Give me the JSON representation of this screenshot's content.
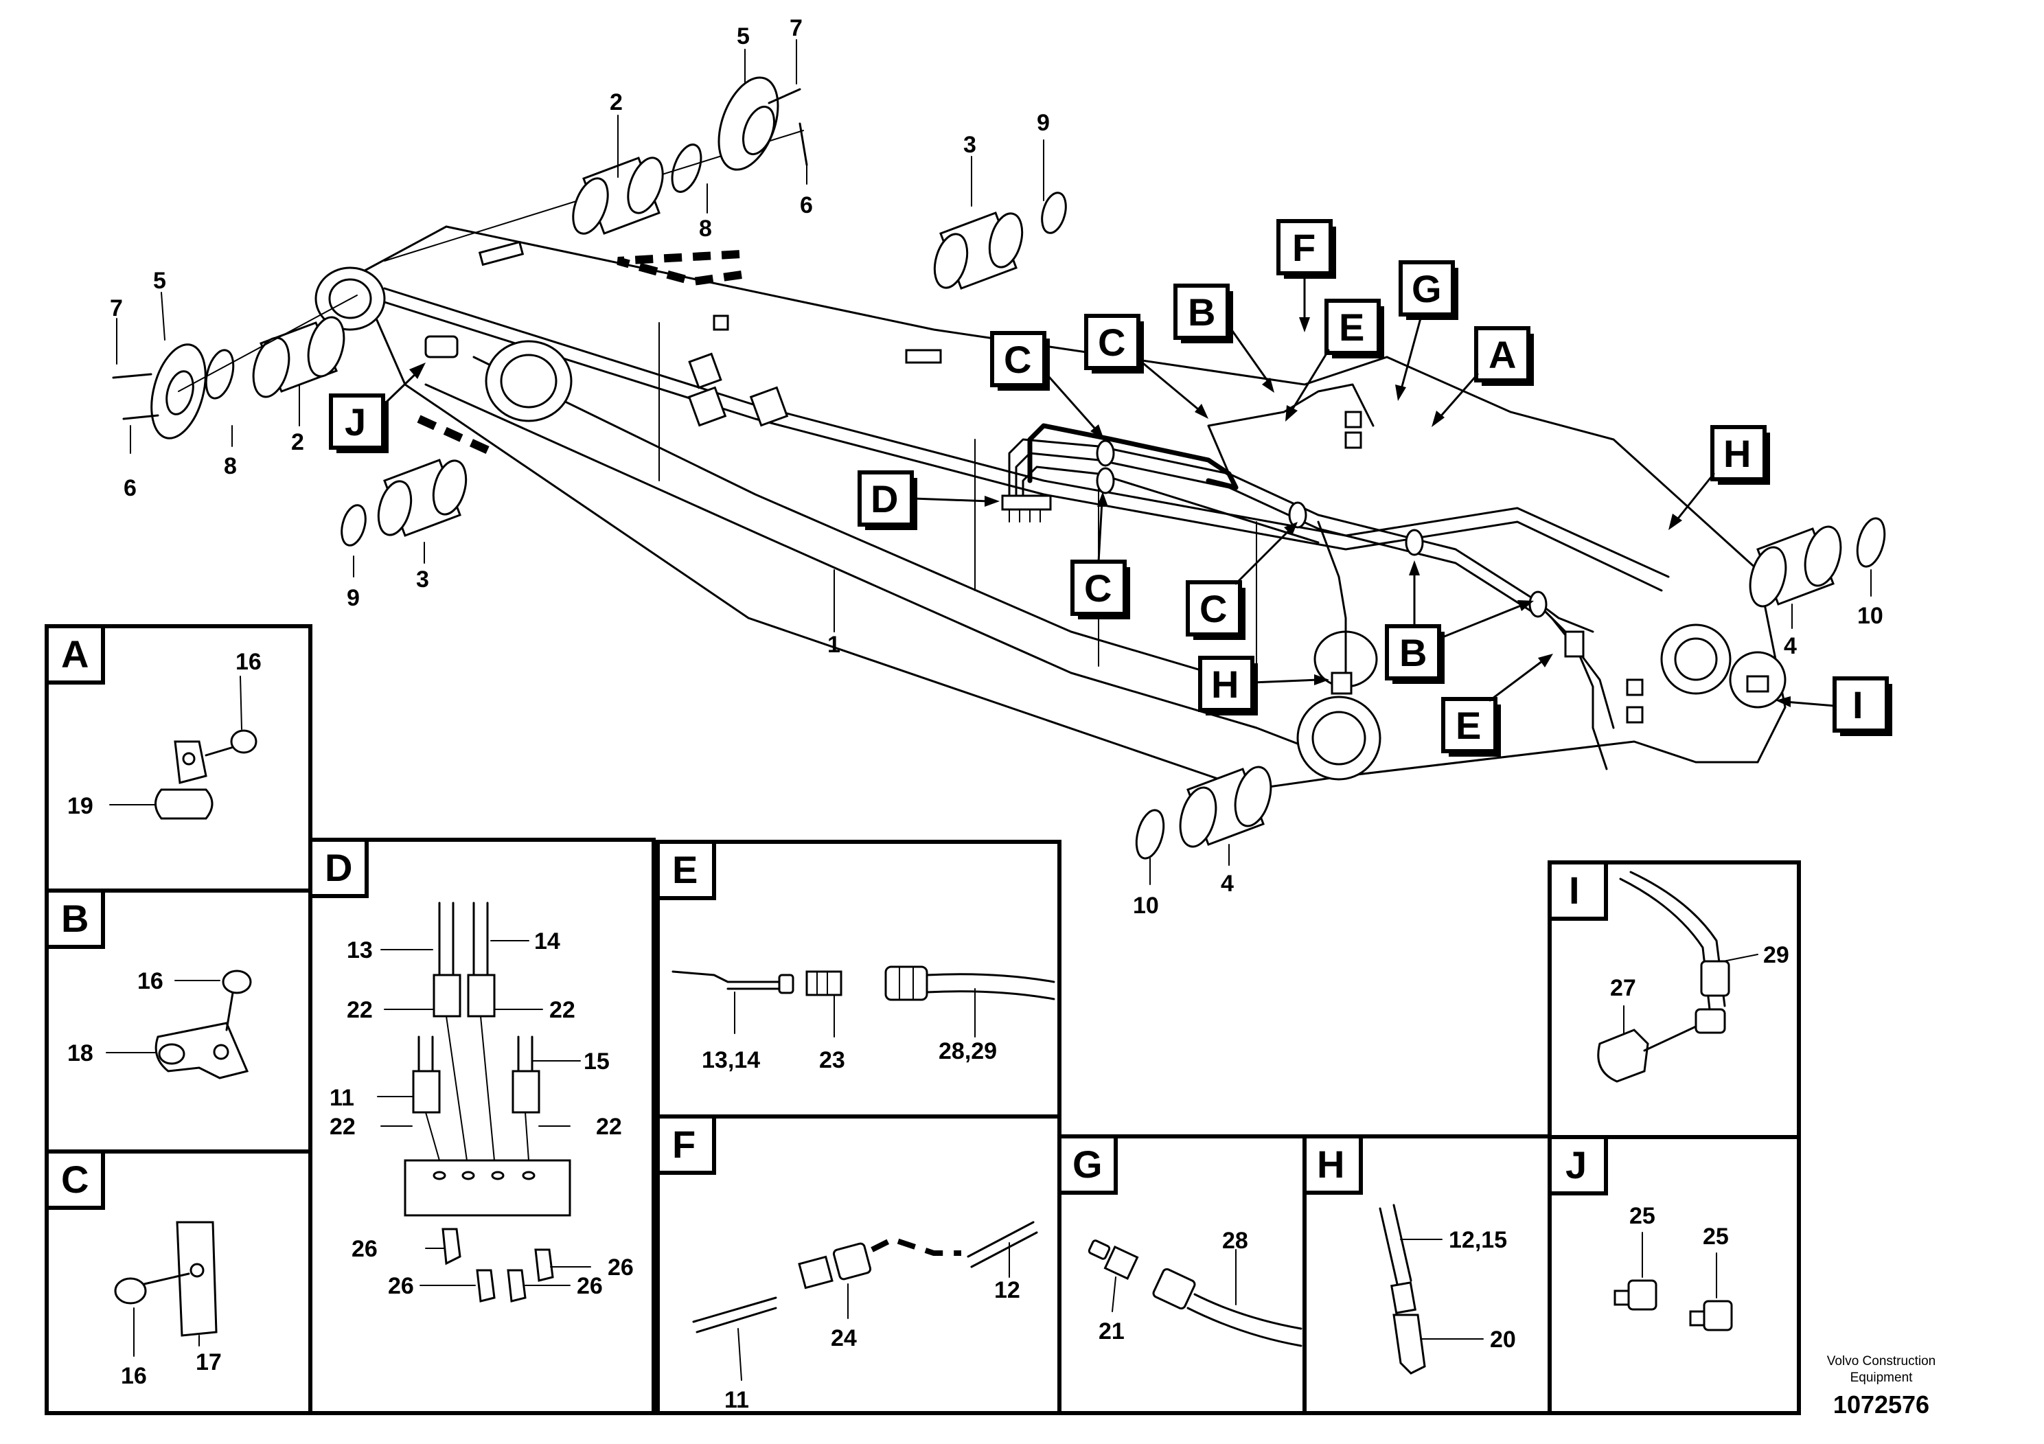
{
  "part_numbers": {
    "boom": "1",
    "bushing_2": "2",
    "bushing_3": "3",
    "bushing_4": "4",
    "plate_5": "5",
    "screw_6": "6",
    "screw_7": "7",
    "ring_8": "8",
    "ring_9": "9",
    "ring_10": "10",
    "pipe_11": "11",
    "pipe_12": "12",
    "pipe_13": "13",
    "pipe_14": "14",
    "pipe_15": "15",
    "screw_16": "16",
    "clamp_17": "17",
    "clamp_18": "18",
    "clamp_19": "19",
    "nipple_20": "20",
    "nipple_21": "21",
    "nipple_22": "22",
    "nipple_23": "23",
    "nipple_24": "24",
    "grease_25": "25",
    "grease_26": "26",
    "elbow_27": "27",
    "hose_28": "28",
    "hose_29": "29",
    "combo_13_14": "13,14",
    "combo_28_29": "28,29",
    "combo_12_15": "12,15"
  },
  "detail_letters": {
    "A": "A",
    "B": "B",
    "C": "C",
    "D": "D",
    "E": "E",
    "F": "F",
    "G": "G",
    "H": "H",
    "I": "I",
    "J": "J"
  },
  "footer": {
    "brand_line1": "Volvo Construction",
    "brand_line2": "Equipment",
    "drawing_number": "1072576"
  }
}
